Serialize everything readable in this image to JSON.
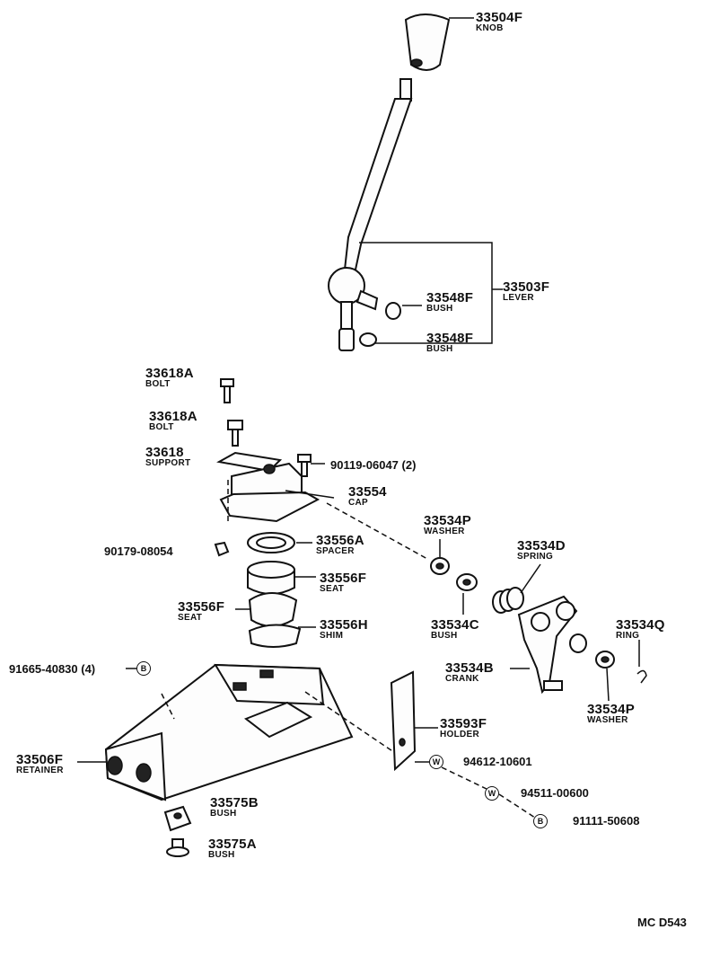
{
  "parts": {
    "knob": {
      "number": "33504F",
      "name": "KNOB"
    },
    "lever": {
      "number": "33503F",
      "name": "LEVER"
    },
    "bush_upper": {
      "number": "33548F",
      "name": "BUSH"
    },
    "bush_lower": {
      "number": "33548F",
      "name": "BUSH"
    },
    "bolt_top": {
      "number": "33618A",
      "name": "BOLT"
    },
    "bolt_second": {
      "number": "33618A",
      "name": "BOLT"
    },
    "support": {
      "number": "33618",
      "name": "SUPPORT"
    },
    "bolt_90119": {
      "code": "90119-06047 (2)"
    },
    "cap": {
      "number": "33554",
      "name": "CAP"
    },
    "nut_90179": {
      "code": "90179-08054"
    },
    "spacer": {
      "number": "33556A",
      "name": "SPACER"
    },
    "seat_right": {
      "number": "33556F",
      "name": "SEAT"
    },
    "seat_left": {
      "number": "33556F",
      "name": "SEAT"
    },
    "shim": {
      "number": "33556H",
      "name": "SHIM"
    },
    "washer_top": {
      "number": "33534P",
      "name": "WASHER"
    },
    "spring": {
      "number": "33534D",
      "name": "SPRING"
    },
    "bush_crank": {
      "number": "33534C",
      "name": "BUSH"
    },
    "crank": {
      "number": "33534B",
      "name": "CRANK"
    },
    "ring": {
      "number": "33534Q",
      "name": "RING"
    },
    "washer_bottom": {
      "number": "33534P",
      "name": "WASHER"
    },
    "bolt_91665": {
      "code": "91665-40830 (4)",
      "symbol": "B"
    },
    "retainer": {
      "number": "33506F",
      "name": "RETAINER"
    },
    "holder": {
      "number": "33593F",
      "name": "HOLDER"
    },
    "washer_94612": {
      "code": "94612-10601",
      "symbol": "W"
    },
    "washer_94511": {
      "code": "94511-00600",
      "symbol": "W"
    },
    "bolt_91111": {
      "code": "91111-50608",
      "symbol": "B"
    },
    "bush_33575b": {
      "number": "33575B",
      "name": "BUSH"
    },
    "bush_33575a": {
      "number": "33575A",
      "name": "BUSH"
    }
  },
  "footer": {
    "code": "MC D543"
  }
}
